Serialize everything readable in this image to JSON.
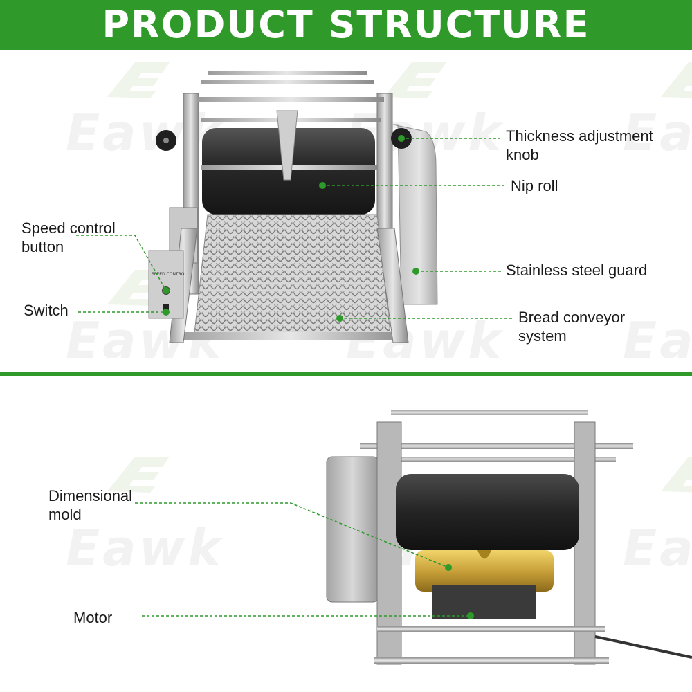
{
  "header": {
    "title": "PRODUCT STRUCTURE"
  },
  "watermark": {
    "text": "Eawk"
  },
  "colors": {
    "accent": "#2f9a2a",
    "leader": "#2e9a2a"
  },
  "top_labels": {
    "thickness": "Thickness adjustment\nknob",
    "nip_roll": "Nip roll",
    "guard": "Stainless steel guard",
    "conveyor": "Bread conveyor\nsystem",
    "speed": "Speed control\nbutton",
    "switch": "Switch"
  },
  "bottom_labels": {
    "mold": "Dimensional\nmold",
    "motor": "Motor"
  }
}
